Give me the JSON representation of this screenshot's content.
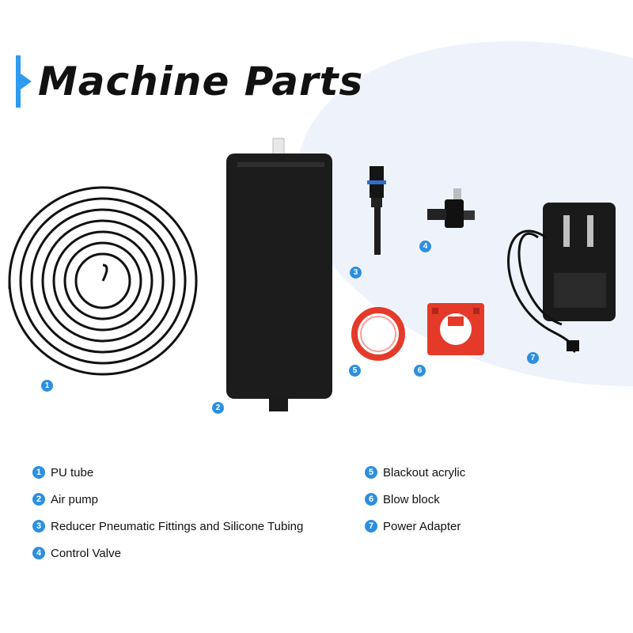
{
  "header": {
    "title": "Machine Parts"
  },
  "colors": {
    "accent": "#2d9bf0",
    "badge": "#2d8fe0",
    "red_part": "#e53a2a"
  },
  "badges": [
    "1",
    "2",
    "3",
    "4",
    "5",
    "6",
    "7"
  ],
  "legend": [
    {
      "num": "1",
      "label": "PU tube"
    },
    {
      "num": "2",
      "label": "Air pump"
    },
    {
      "num": "3",
      "label": "Reducer Pneumatic Fittings and Silicone Tubing"
    },
    {
      "num": "4",
      "label": "Control Valve"
    },
    {
      "num": "5",
      "label": "Blackout acrylic"
    },
    {
      "num": "6",
      "label": "Blow block"
    },
    {
      "num": "7",
      "label": "Power Adapter"
    }
  ]
}
